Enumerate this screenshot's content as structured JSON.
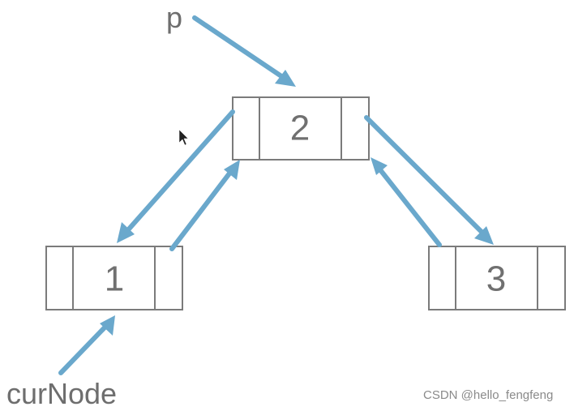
{
  "nodes": [
    {
      "id": "2",
      "label": "2"
    },
    {
      "id": "1",
      "label": "1"
    },
    {
      "id": "3",
      "label": "3"
    }
  ],
  "pointers": {
    "p": "p",
    "curNode": "curNode"
  },
  "watermark": "CSDN @hello_fengfeng",
  "colors": {
    "arrow": "#6aa8cc",
    "node_border": "#7b7b7b",
    "text": "#707070"
  }
}
